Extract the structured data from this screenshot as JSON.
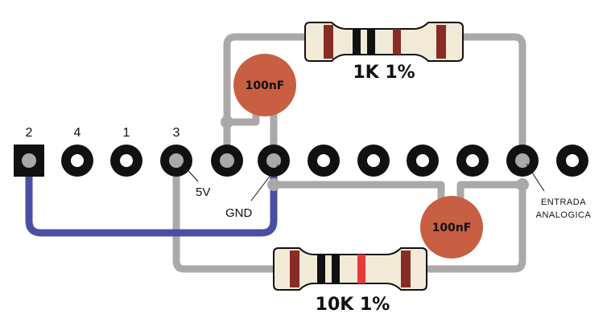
{
  "pins": [
    "2",
    "4",
    "1",
    "3"
  ],
  "labels": {
    "v5": "5V",
    "gnd": "GND",
    "entrada_line1": "ENTRADA",
    "entrada_line2": "ANALOGICA"
  },
  "resistors": {
    "top": "1K 1%",
    "bottom": "10K 1%"
  },
  "capacitors": {
    "top": "100nF",
    "bottom": "100nF"
  },
  "colors": {
    "wire": "#a9a9a9",
    "jumper": "#4a4fa3",
    "capacitor": "#c85f43",
    "resistor_body": "#f1ead6",
    "band_brown": "#8b2c24",
    "band_black": "#111111",
    "band_red": "#e53b3b",
    "pad": "#111111"
  }
}
